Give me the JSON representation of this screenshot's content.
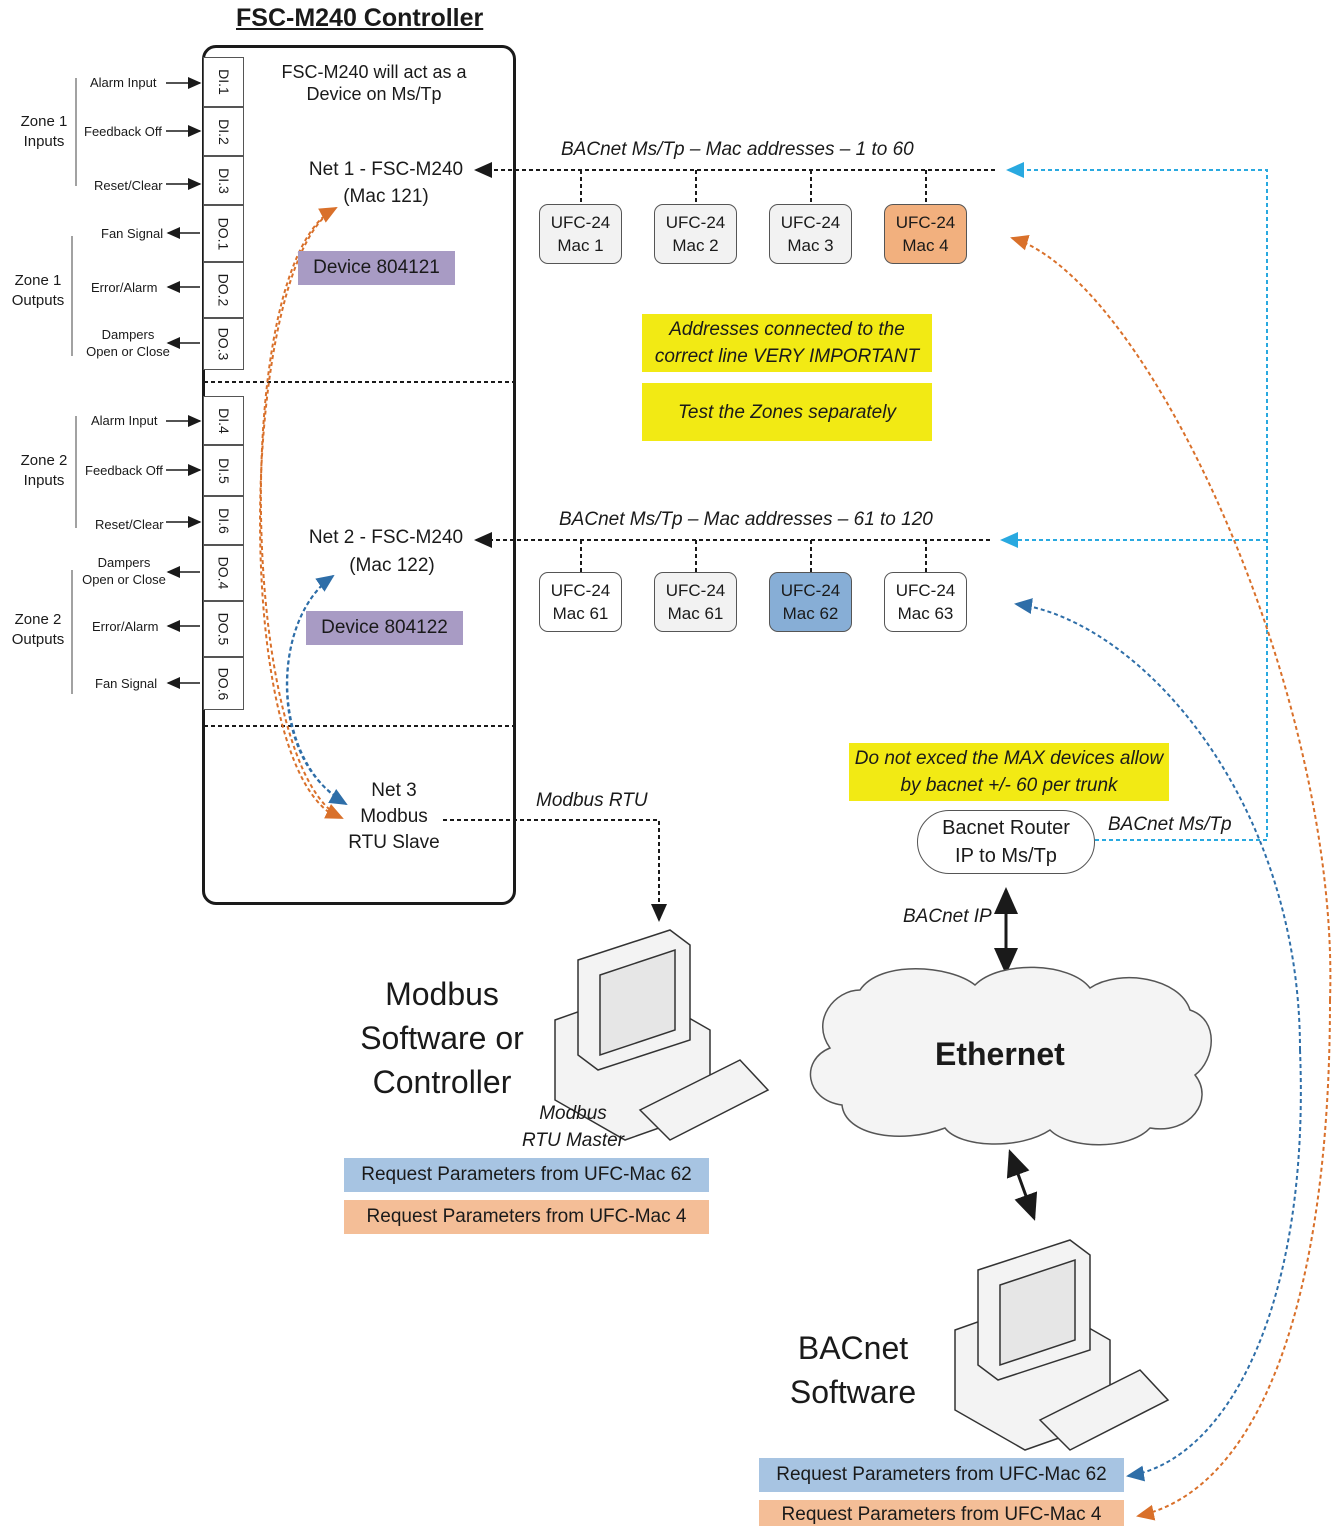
{
  "title": "FSC-M240 Controller",
  "controller": {
    "note": "FSC-M240 will act as a Device on Ms/Tp",
    "net1": "Net 1 - FSC-M240",
    "net1_mac": "(Mac 121)",
    "device1": "Device 804121",
    "net2": "Net 2 - FSC-M240",
    "net2_mac": "(Mac 122)",
    "device2": "Device 804122",
    "net3": "Net 3 Modbus RTU Slave"
  },
  "terminals": [
    "DI.1",
    "DI.2",
    "DI.3",
    "DO.1",
    "DO.2",
    "DO.3",
    "DI.4",
    "DI.5",
    "DI.6",
    "DO.4",
    "DO.5",
    "DO.6"
  ],
  "io_labels": {
    "di1": "Alarm Input",
    "di2": "Feedback Off",
    "di3": "Reset/Clear",
    "do1": "Fan Signal",
    "do2": "Error/Alarm",
    "do3": "Dampers Open or Close",
    "di4": "Alarm Input",
    "di5": "Feedback Off",
    "di6": "Reset/Clear",
    "do4": "Dampers Open or Close",
    "do5": "Error/Alarm",
    "do6": "Fan Signal"
  },
  "zones": {
    "z1_in": "Zone 1 Inputs",
    "z1_out": "Zone 1 Outputs",
    "z2_in": "Zone 2 Inputs",
    "z2_out": "Zone 2 Outputs"
  },
  "trunk1": {
    "label": "BACnet Ms/Tp – Mac addresses – 1 to 60",
    "devices": [
      {
        "model": "UFC-24",
        "mac": "Mac 1"
      },
      {
        "model": "UFC-24",
        "mac": "Mac 2"
      },
      {
        "model": "UFC-24",
        "mac": "Mac 3"
      },
      {
        "model": "UFC-24",
        "mac": "Mac 4"
      }
    ]
  },
  "trunk2": {
    "label": "BACnet Ms/Tp – Mac addresses – 61 to 120",
    "devices": [
      {
        "model": "UFC-24",
        "mac": "Mac 61"
      },
      {
        "model": "UFC-24",
        "mac": "Mac 61"
      },
      {
        "model": "UFC-24",
        "mac": "Mac 62"
      },
      {
        "model": "UFC-24",
        "mac": "Mac 63"
      }
    ]
  },
  "notes": {
    "addresses": "Addresses connected to the correct line VERY IMPORTANT",
    "zones": "Test the Zones separately",
    "max": "Do not exced the MAX devices allow by bacnet +/- 60 per trunk"
  },
  "router": {
    "line1": "Bacnet Router",
    "line2": "IP to Ms/Tp",
    "side_label": "BACnet Ms/Tp"
  },
  "bacnet_ip": "BACnet IP",
  "ethernet": "Ethernet",
  "modbus_rtu": "Modbus RTU",
  "modbus_sw": {
    "l1": "Modbus",
    "l2": "Software or",
    "l3": "Controller",
    "master1": "Modbus",
    "master2": "RTU Master"
  },
  "modbus_requests": [
    "Request Parameters from UFC-Mac 62",
    "Request Parameters from UFC-Mac 4"
  ],
  "bacnet_sw": {
    "l1": "BACnet",
    "l2": "Software"
  },
  "bacnet_requests": [
    "Request Parameters from UFC-Mac 62",
    "Request Parameters from UFC-Mac 4"
  ],
  "colors": {
    "orange": "#d9702a",
    "blue": "#2e6ea8",
    "cyan": "#29a9e0",
    "black": "#1a1a1a"
  }
}
